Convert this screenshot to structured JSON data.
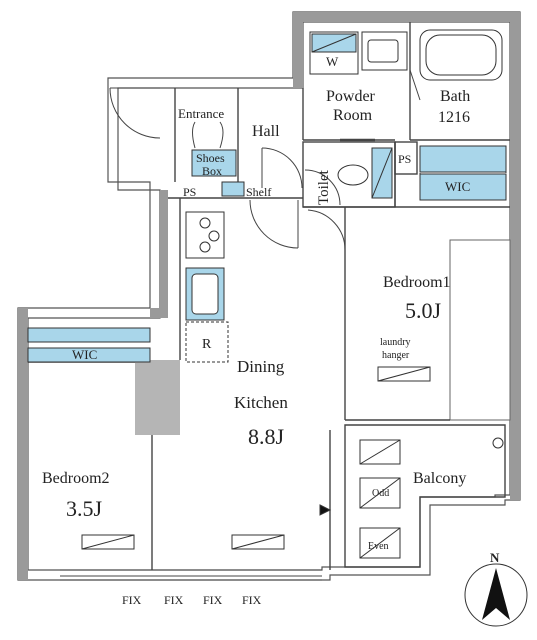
{
  "rooms": {
    "entrance": "Entrance",
    "hall": "Hall",
    "shoes_box": [
      "Shoes",
      "Box"
    ],
    "ps": "PS",
    "shelf": "Shelf",
    "powder_room": [
      "Powder",
      "Room"
    ],
    "washer": "W",
    "bath": [
      "Bath",
      "1216"
    ],
    "toilet": "Toilet",
    "ps_right": "PS",
    "wic_right": "WIC",
    "bedroom1": {
      "name": "Bedroom1",
      "size": "5.0J"
    },
    "laundry_hanger": [
      "laundry",
      "hanger"
    ],
    "refrigerator": "R",
    "dining_kitchen": {
      "name": [
        "Dining",
        "Kitchen"
      ],
      "size": "8.8J"
    },
    "wic_left": "WIC",
    "bedroom2": {
      "name": "Bedroom2",
      "size": "3.5J"
    },
    "balcony": "Balcony",
    "odd": "Odd",
    "even": "Even"
  },
  "windows": [
    "FIX",
    "FIX",
    "FIX",
    "FIX"
  ],
  "compass": "N",
  "colors": {
    "wall": "#8a8a8a",
    "wall_dark": "#555555",
    "fixture_blue": "#a9d6ea",
    "line": "#333333"
  }
}
